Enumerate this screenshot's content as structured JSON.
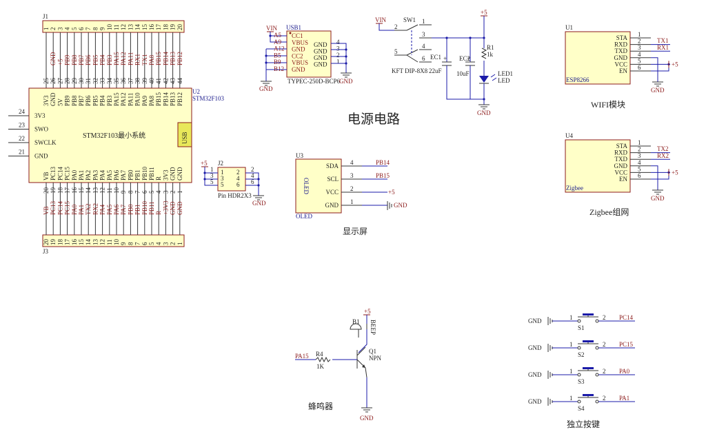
{
  "j1": {
    "ref": "J1",
    "pins": [
      "1",
      "2",
      "3",
      "4",
      "5",
      "6",
      "7",
      "8",
      "9",
      "10",
      "11",
      "12",
      "13",
      "14",
      "15",
      "16",
      "17",
      "18",
      "19",
      "20"
    ],
    "nets": [
      "GND",
      "+5",
      "PB9",
      "PB8",
      "PB7",
      "PB6",
      "PB5",
      "PB4",
      "PB3",
      "PA15",
      "PA12",
      "PA11",
      "RX1",
      "TX1",
      "PA8",
      "PB15",
      "PB14",
      "PB13",
      "PB12"
    ]
  },
  "j3": {
    "ref": "J3",
    "pins": [
      "20",
      "19",
      "18",
      "17",
      "16",
      "15",
      "14",
      "13",
      "12",
      "11",
      "10",
      "9",
      "8",
      "7",
      "6",
      "5",
      "4",
      "3",
      "2",
      "1"
    ],
    "nets": [
      "VB",
      "PC13",
      "PC14",
      "PC15",
      "PA0",
      "PA1",
      "TX2",
      "RX2",
      "PA4",
      "PA5",
      "PA6",
      "PA7",
      "PB0",
      "PB1",
      "PB10",
      "PB11",
      "R",
      "+3V3",
      "GND",
      "GND"
    ]
  },
  "u2": {
    "ref": "U2",
    "part": "STM32F103",
    "name": "STM32F103最小系统",
    "usb": "USB",
    "top_pin_nums": [
      "25",
      "26",
      "27",
      "28",
      "29",
      "30",
      "31",
      "32",
      "33",
      "34",
      "35",
      "36",
      "37",
      "38",
      "39",
      "40",
      "41",
      "42",
      "43",
      "44"
    ],
    "top_pins": [
      "3V3",
      "GND",
      "5V",
      "PB9",
      "PB8",
      "PB7",
      "PB6",
      "PB5",
      "PB4",
      "PB3",
      "PA15",
      "PA12",
      "PA11",
      "PA10",
      "PA9",
      "PA8",
      "PB15",
      "PB14",
      "PB13",
      "PB12"
    ],
    "bottom_pins": [
      "VB",
      "PC13",
      "PC14",
      "PC15",
      "PA0",
      "PA1",
      "PA2",
      "PA3",
      "PA4",
      "PA5",
      "PA6",
      "PA7",
      "PB0",
      "PB1",
      "PB10",
      "PB11",
      "R",
      "3V3",
      "GND",
      "GND"
    ],
    "bottom_pin_nums": [
      "20",
      "19",
      "18",
      "17",
      "16",
      "15",
      "14",
      "13",
      "12",
      "11",
      "10",
      "9",
      "8",
      "7",
      "6",
      "5",
      "4",
      "3",
      "2",
      "1"
    ],
    "left_pins": [
      {
        "num": "24",
        "name": "3V3"
      },
      {
        "num": "23",
        "name": "SWO"
      },
      {
        "num": "22",
        "name": "SWCLK"
      },
      {
        "num": "21",
        "name": "GND"
      }
    ]
  },
  "usb1": {
    "ref": "USB1",
    "part": "TYPEC-250D-BCP6",
    "vin": "VIN",
    "gnd": "GND",
    "left_nums": [
      "A5",
      "A9",
      "A12",
      "B5",
      "B9",
      "B12"
    ],
    "left_pins": [
      "CC1",
      "VBUS",
      "GND",
      "CC2",
      "VBUS",
      "GND"
    ],
    "right_pins": [
      "GND",
      "GND",
      "GND",
      "GND"
    ],
    "right_nums": [
      "4",
      "3",
      "2",
      "1"
    ]
  },
  "power": {
    "title": "电源电路",
    "sw_ref": "SW1",
    "sw_part": "KFT DIP-8X8",
    "sw_pins": [
      "2",
      "1",
      "3",
      "4",
      "5",
      "6"
    ],
    "vin": "VIN",
    "plus5": "+5",
    "ec1_ref": "EC1",
    "ec1_val": "22uF",
    "ec2_ref": "EC2",
    "ec2_val": "10uF",
    "r1_ref": "R1",
    "r1_val": "1k",
    "led_ref": "LED1",
    "led_part": "LED",
    "gnd": "GND",
    "plus": "+"
  },
  "wifi": {
    "ref": "U1",
    "part": "ESP8266",
    "title": "WIFI模块",
    "pins": [
      "STA",
      "RXD",
      "TXD",
      "GND",
      "VCC",
      "EN"
    ],
    "nums": [
      "1",
      "2",
      "3",
      "4",
      "5",
      "6"
    ],
    "nets": [
      "TX1",
      "RX1"
    ],
    "plus5": "+5",
    "gnd": "GND"
  },
  "zigbee": {
    "ref": "U4",
    "part": "Zigbee",
    "title": "Zigbee组网",
    "pins": [
      "STA",
      "RXD",
      "TXD",
      "GND",
      "VCC",
      "EN"
    ],
    "nums": [
      "1",
      "2",
      "3",
      "4",
      "5",
      "6"
    ],
    "nets": [
      "TX2",
      "RX2"
    ],
    "plus5": "+5",
    "gnd": "GND"
  },
  "j2": {
    "ref": "J2",
    "part": "Pin HDR2X3",
    "left_nums": [
      "1",
      "3",
      "5"
    ],
    "right_nums": [
      "2",
      "4",
      "6"
    ],
    "plus5": "+5",
    "gnd": "GND"
  },
  "oled": {
    "ref": "U3",
    "part": "OLED",
    "inner": "OLED",
    "title": "显示屏",
    "pins": [
      "SDA",
      "SCL",
      "VCC",
      "GND"
    ],
    "nums": [
      "4",
      "3",
      "2",
      "1"
    ],
    "nets": [
      "PB14",
      "PB15",
      "+5",
      "GND"
    ]
  },
  "buzzer": {
    "title": "蜂鸣器",
    "b_ref": "B1",
    "b_part": "BEEP",
    "plus5": "+5",
    "q_ref": "Q1",
    "q_part": "NPN",
    "r_ref": "R4",
    "r_val": "1K",
    "net": "PA15",
    "gnd": "GND"
  },
  "keys": {
    "title": "独立按键",
    "gnd": "GND",
    "pin1": "1",
    "pin2": "2",
    "items": [
      {
        "ref": "S1",
        "net": "PC14"
      },
      {
        "ref": "S2",
        "net": "PC15"
      },
      {
        "ref": "S3",
        "net": "PA0"
      },
      {
        "ref": "S4",
        "net": "PA1"
      }
    ]
  }
}
